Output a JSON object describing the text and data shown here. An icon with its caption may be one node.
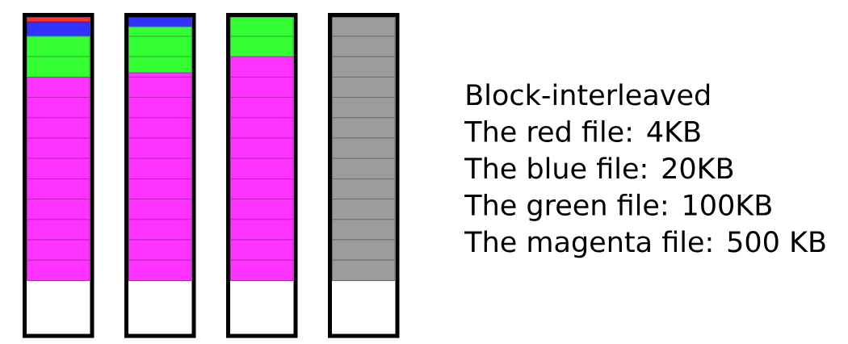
{
  "diagram": {
    "nodes": [
      {
        "text": [],
        "shape": "box"
      },
      {
        "text": [],
        "shape": "box",
        "in": 0
      },
      {
        "text": [],
        "shape": "box",
        "in": 0
      },
      {
        "text": [],
        "shape": "box",
        "in": 0
      },
      {
        "text": [],
        "shape": "box",
        "in": 0
      },
      {
        "text": [],
        "shape": "box",
        "in": 0
      },
      {
        "text": [],
        "shape": "box",
        "in": 0
      },
      {
        "text": [],
        "shape": "box",
        "in": 0
      },
      {
        "text": [],
        "shape": "box",
        "in": 0
      },
      {
        "text": [],
        "shape": "box",
        "in": 0
      },
      {
        "text": [],
        "shape": "box",
        "in": 0
      },
      {
        "text": [],
        "shape": "box",
        "in": 0
      },
      {
        "text": [],
        "shape": "box",
        "in": 0
      },
      {
        "text": [],
        "shape": "box",
        "in": 0
      },
      {
        "text": [],
        "shape": "box",
        "in": 0
      },
      {
        "text": [],
        "shape": "box"
      },
      {
        "text": [],
        "shape": "box",
        "in": 15
      },
      {
        "text": [],
        "shape": "box",
        "in": 15
      },
      {
        "text": [],
        "shape": "box",
        "in": 15
      },
      {
        "text": [],
        "shape": "box",
        "in": 15
      },
      {
        "text": [],
        "shape": "box",
        "in": 15
      },
      {
        "text": [],
        "shape": "box",
        "in": 15
      },
      {
        "text": [],
        "shape": "box",
        "in": 15
      },
      {
        "text": [],
        "shape": "box",
        "in": 15
      },
      {
        "text": [],
        "shape": "box",
        "in": 15
      },
      {
        "text": [],
        "shape": "box",
        "in": 15
      },
      {
        "text": [],
        "shape": "box",
        "in": 15
      },
      {
        "text": [],
        "shape": "box",
        "in": 15
      },
      {
        "text": [],
        "shape": "box",
        "in": 15
      },
      {
        "text": [],
        "shape": "box",
        "in": 15
      },
      {
        "text": [],
        "shape": "box",
        "in": 15
      },
      {
        "text": [],
        "shape": "box"
      },
      {
        "text": [],
        "shape": "box",
        "in": 31
      },
      {
        "text": [],
        "shape": "box",
        "in": 31
      },
      {
        "text": [],
        "shape": "box",
        "in": 31
      },
      {
        "text": [],
        "shape": "box",
        "in": 31
      },
      {
        "text": [],
        "shape": "box",
        "in": 31
      },
      {
        "text": [],
        "shape": "box",
        "in": 31
      },
      {
        "text": [],
        "shape": "box",
        "in": 31
      },
      {
        "text": [],
        "shape": "box",
        "in": 31
      },
      {
        "text": [],
        "shape": "box",
        "in": 31
      },
      {
        "text": [],
        "shape": "box",
        "in": 31
      },
      {
        "text": [],
        "shape": "box",
        "in": 31
      },
      {
        "text": [],
        "shape": "box",
        "in": 31
      },
      {
        "text": [],
        "shape": "box",
        "in": 31
      },
      {
        "text": [],
        "shape": "box"
      },
      {
        "text": [],
        "shape": "box",
        "in": 45
      },
      {
        "text": [],
        "shape": "box",
        "in": 45
      },
      {
        "text": [],
        "shape": "box",
        "in": 45
      },
      {
        "text": [],
        "shape": "box",
        "in": 45
      },
      {
        "text": [],
        "shape": "box",
        "in": 45
      },
      {
        "text": [],
        "shape": "box",
        "in": 45
      },
      {
        "text": [],
        "shape": "box",
        "in": 45
      },
      {
        "text": [],
        "shape": "box",
        "in": 45
      },
      {
        "text": [],
        "shape": "box",
        "in": 45
      },
      {
        "text": [],
        "shape": "box",
        "in": 45
      },
      {
        "text": [],
        "shape": "box",
        "in": 45
      },
      {
        "text": [],
        "shape": "box",
        "in": 45
      },
      {
        "text": [],
        "shape": "box",
        "in": 45
      }
    ],
    "labels": [
      "Block-interleaved",
      "The red file: 4KB",
      "The blue file: 20KB",
      "The green file: 100KB",
      "The magenta file: 500 KB"
    ]
  }
}
